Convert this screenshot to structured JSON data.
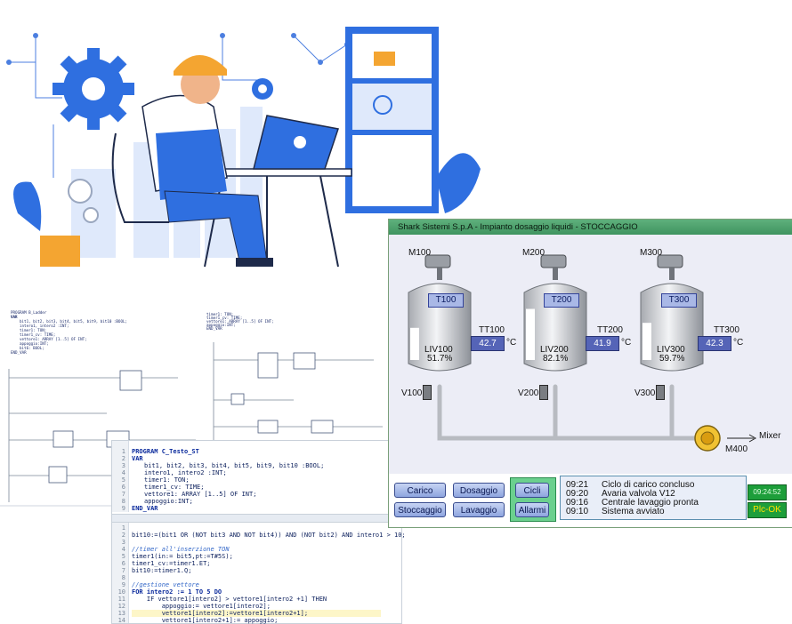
{
  "hmi": {
    "title": "Shark Sistemi S.p.A - Impianto dosaggio liquidi - STOCCAGGIO",
    "motors": [
      "M100",
      "M200",
      "M300"
    ],
    "tanks": [
      {
        "name": "T100",
        "tt_label": "TT100",
        "temp": "42.7",
        "unit": "°C",
        "liv_label": "LIV100",
        "liv_pct": "51.7%",
        "level": 0.517,
        "valve": "V100"
      },
      {
        "name": "T200",
        "tt_label": "TT200",
        "temp": "41.9",
        "unit": "°C",
        "liv_label": "LIV200",
        "liv_pct": "82.1%",
        "level": 0.821,
        "valve": "V200"
      },
      {
        "name": "T300",
        "tt_label": "TT300",
        "temp": "42.3",
        "unit": "°C",
        "liv_label": "LIV300",
        "liv_pct": "59.7%",
        "level": 0.597,
        "valve": "V300"
      }
    ],
    "pump": "M400",
    "mixer": "Mixer",
    "buttons": {
      "carico": "Carico",
      "dosaggio": "Dosaggio",
      "cicli": "Cicli",
      "stoccaggio": "Stoccaggio",
      "lavaggio": "Lavaggio",
      "allarmi": "Allarmi"
    },
    "messages": [
      {
        "time": "09:21",
        "text": "Ciclo di carico concluso"
      },
      {
        "time": "09:20",
        "text": "Avaria valvola V12"
      },
      {
        "time": "09:16",
        "text": "Centrale lavaggio pronta"
      },
      {
        "time": "09:10",
        "text": "Sistema avviato"
      }
    ],
    "clock": "09:24:52",
    "plc_status": "Plc-OK"
  },
  "st_editor": {
    "program": "PROGRAM C_Testo_ST",
    "var": "VAR",
    "end_var": "END_VAR",
    "decl": [
      "bit1, bit2, bit3, bit4, bit5, bit9, bit10 :BOOL;",
      "intero1, intero2 :INT;",
      "timer1: TON;",
      "timer1_cv: TIME;",
      "vettore1: ARRAY [1..5] OF INT;",
      "appoggio:INT;"
    ],
    "decl_line_numbers": [
      "1",
      "2",
      "3",
      "4",
      "5",
      "6",
      "7",
      "8",
      "9"
    ],
    "body": [
      "bit10:=(bit1 OR (NOT bit3 AND NOT bit4)) AND (NOT bit2) AND intero1 > 10;",
      "",
      "//timer all'inserzione TON",
      "timer1(in:= bit5,pt:=T#5S);",
      "timer1_cv:=timer1.ET;",
      "bit10:=timer1.Q;",
      "",
      "//gestione vettore",
      "FOR intero2 := 1 TO 5 DO",
      "    IF vettore1[intero2] > vettore1[intero2 +1] THEN",
      "        appoggio:= vettore1[intero2];",
      "        vettore1[intero2]:=vettore1[intero2+1];",
      "        vettore1[intero2+1]:= appoggio;"
    ],
    "body_line_numbers": [
      "1",
      "2",
      "3",
      "4",
      "5",
      "6",
      "7",
      "8",
      "9",
      "10",
      "11",
      "12",
      "13",
      "14"
    ]
  },
  "ladder": {
    "decl_top_left": [
      "PROGRAM B_Ladder",
      "VAR",
      "bit1, bit2, bit3, bit4, bit5, bit9, bit10 :BOOL;",
      "intero1, intero2 :INT;",
      "timer1: TON;",
      "timer1_cv: TIME;",
      "vettore1: ARRAY [1..5] OF INT;",
      "appoggio:INT;",
      "bit6: BOOL;",
      "END_VAR"
    ],
    "decl_top_right": [
      "timer1: TON;",
      "timer1_cv: TIME;",
      "vettore1: ARRAY [1..5] OF INT;",
      "appoggio:INT;",
      "END_VAR"
    ]
  },
  "colors": {
    "hmi_title": "#4aa46a",
    "tank_value_bg": "#5564b7",
    "button_blue": "#8ea5df",
    "status_green": "#1d9e3a",
    "illustration_blue": "#2f6fe0"
  }
}
